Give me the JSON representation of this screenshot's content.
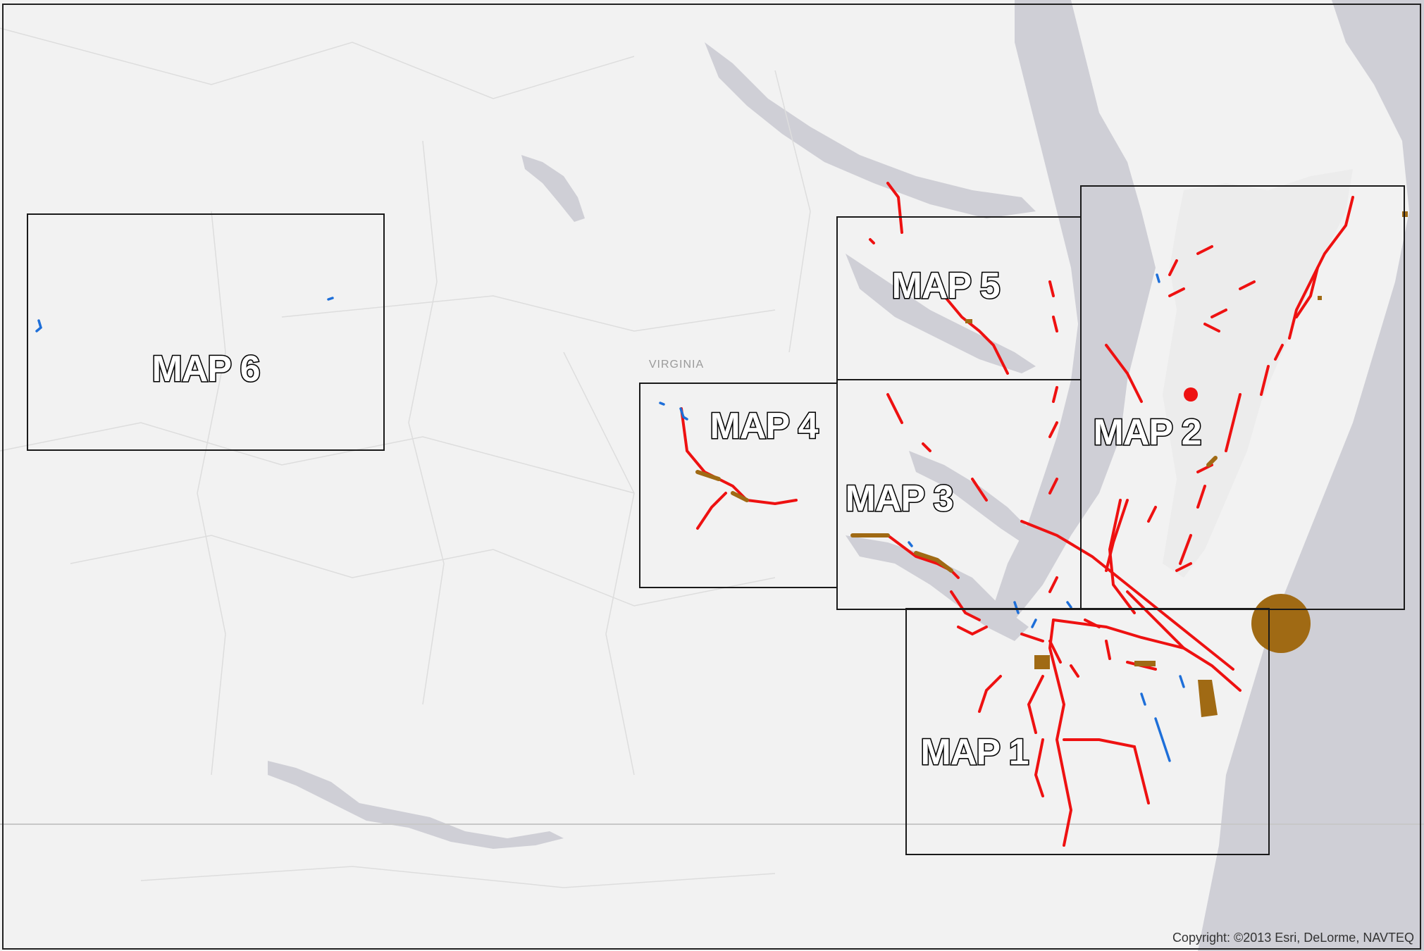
{
  "map": {
    "state_label": "VIRGINIA",
    "copyright": "Copyright: ©2013 Esri, DeLorme, NAVTEQ",
    "frames": [
      {
        "id": "map6",
        "label": "MAP 6"
      },
      {
        "id": "map5",
        "label": "MAP 5"
      },
      {
        "id": "map4",
        "label": "MAP 4"
      },
      {
        "id": "map3",
        "label": "MAP 3"
      },
      {
        "id": "map2",
        "label": "MAP 2"
      },
      {
        "id": "map1",
        "label": "MAP 1"
      }
    ],
    "colors": {
      "land": "#f2f2f2",
      "water": "#cfcfd6",
      "frame_border": "#1a1a1a",
      "red_feature": "#ee1111",
      "blue_feature": "#1e6fd9",
      "brown_feature": "#a06a14"
    }
  }
}
